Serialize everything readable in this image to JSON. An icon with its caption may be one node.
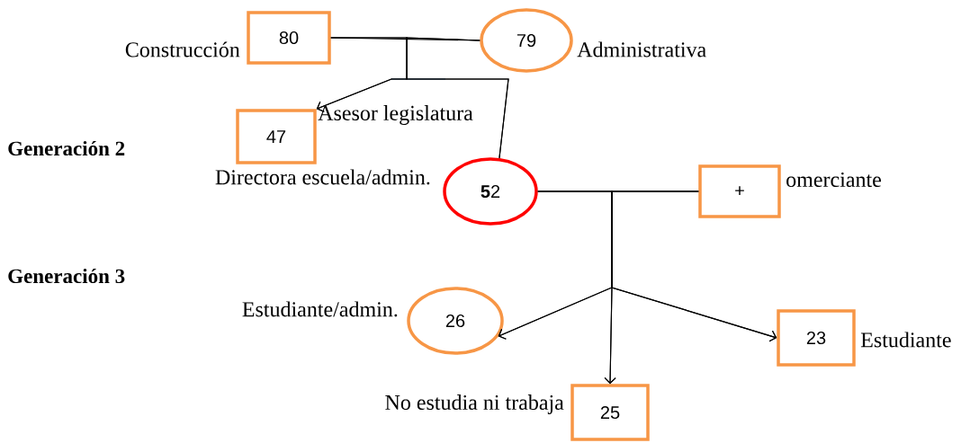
{
  "diagram": {
    "nodes": [
      {
        "text": [
          "80"
        ],
        "beside": [
          "Construcción"
        ]
      },
      {
        "text": [
          "79"
        ],
        "beside": [
          "Administrativa"
        ]
      },
      {
        "text": [
          "47"
        ],
        "beside": [
          "Asesor legislatura"
        ]
      },
      {
        "text": [
          "**5**2"
        ],
        "beside": [
          "Directora escuela/admin."
        ]
      },
      {
        "text": [
          "+"
        ],
        "beside": [
          "omerciante"
        ]
      },
      {
        "text": [
          "26"
        ],
        "beside": [
          "Estudiante/admin."
        ]
      },
      {
        "text": [
          "25"
        ],
        "beside": [
          "No estudia ni trabaja"
        ]
      },
      {
        "text": [
          "23"
        ],
        "beside": [
          "Estudiante"
        ]
      }
    ],
    "edges": [
      {
        "from": 0,
        "to": 1,
        "arrow": "none"
      },
      {
        "from": 0,
        "to": 2,
        "arrow": "to"
      },
      {
        "from": 1,
        "to": 2,
        "arrow": "to"
      },
      {
        "from": 0,
        "to": 3,
        "arrow": "none"
      },
      {
        "from": 1,
        "to": 3,
        "arrow": "none"
      },
      {
        "from": 3,
        "to": 4,
        "arrow": "none"
      },
      {
        "from": 3,
        "to": 5,
        "arrow": "to"
      },
      {
        "from": 4,
        "to": 5,
        "arrow": "to"
      },
      {
        "from": 3,
        "to": 6,
        "arrow": "to"
      },
      {
        "from": 4,
        "to": 6,
        "arrow": "to"
      },
      {
        "from": 3,
        "to": 7,
        "arrow": "to"
      },
      {
        "from": 4,
        "to": 7,
        "arrow": "to"
      }
    ],
    "labels": [
      "Generación 2",
      "Generación 3"
    ]
  }
}
